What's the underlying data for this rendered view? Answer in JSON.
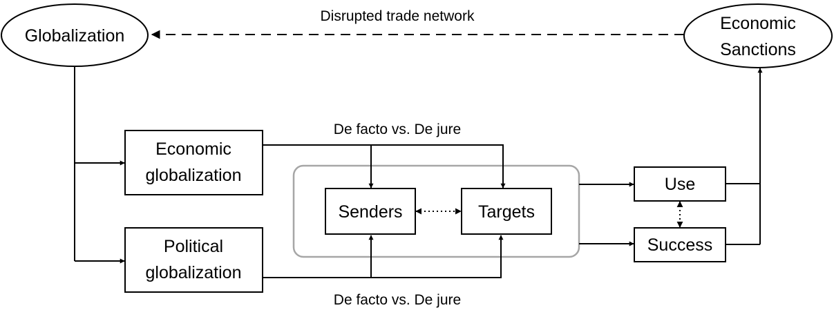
{
  "nodes": {
    "globalization": "Globalization",
    "economic_sanctions_line1": "Economic",
    "economic_sanctions_line2": "Sanctions",
    "economic_globalization_line1": "Economic",
    "economic_globalization_line2": "globalization",
    "political_globalization_line1": "Political",
    "political_globalization_line2": "globalization",
    "senders": "Senders",
    "targets": "Targets",
    "use": "Use",
    "success": "Success"
  },
  "edges": {
    "disrupted_trade_network": "Disrupted trade network",
    "de_facto_top": "De facto vs. De jure",
    "de_facto_bottom": "De facto vs. De jure"
  }
}
